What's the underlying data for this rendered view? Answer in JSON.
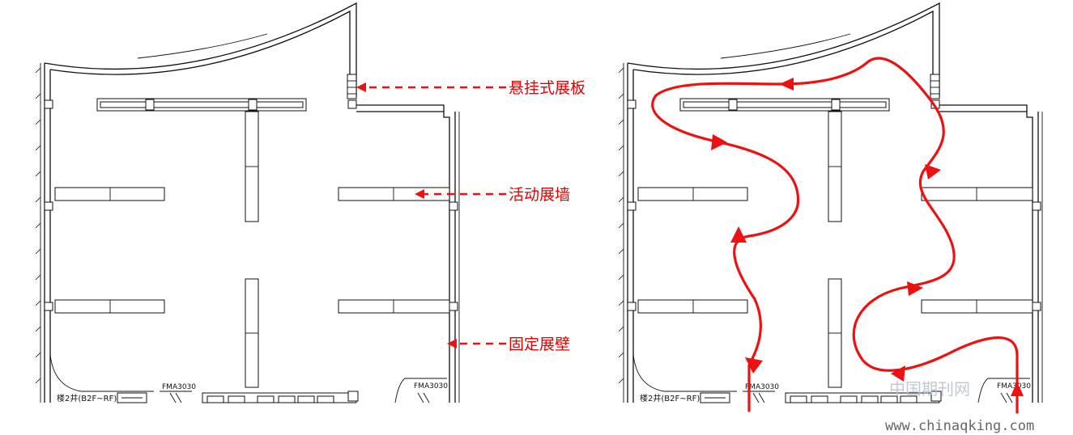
{
  "labels": {
    "hanging_panel": "悬挂式展板",
    "movable_wall": "活动展墙",
    "fixed_wall": "固定展壁"
  },
  "plan": {
    "door_code": "FMA3030",
    "stair_label": "楼2井(B2F~RF)"
  },
  "watermark": {
    "cn": "中国期刊网",
    "url": "www.chinaqking.com"
  },
  "colors": {
    "annotation": "#e60000",
    "flow_line": "#ee1111",
    "wall": "#111111"
  }
}
